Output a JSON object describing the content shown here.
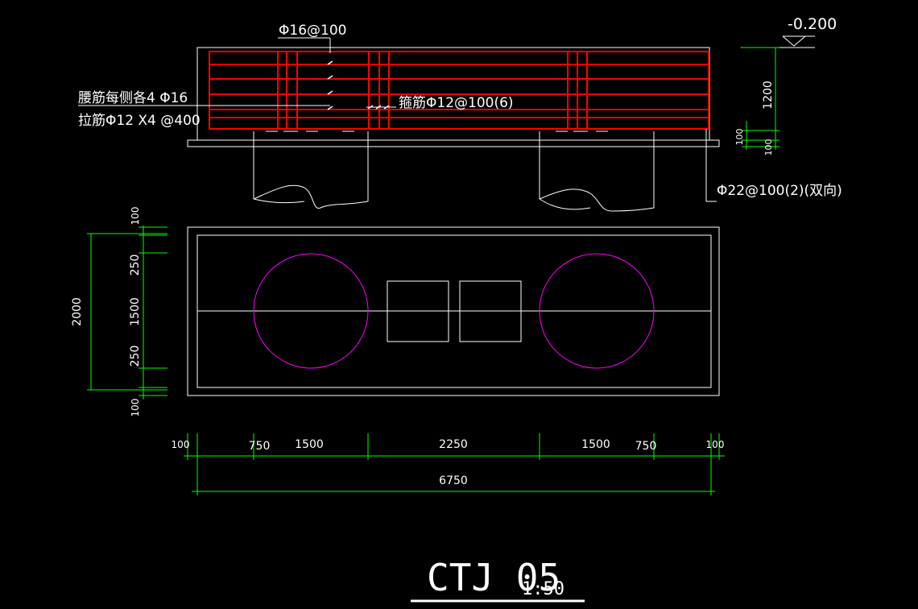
{
  "drawing": {
    "title": "CTJ 05",
    "scale": "1:50",
    "elevation_mark": "-0.200"
  },
  "annotations": {
    "top_rebar": "Φ16@100",
    "waist_rebar": "腰筋每侧各4 Φ16",
    "tie_rebar": "拉筋Φ12 X4 @400",
    "stirrup": "箍筋Φ12@100(6)",
    "bottom_rebar": "Φ22@100(2)(双向)"
  },
  "section_dims": {
    "height": "1200",
    "cover_top": "100",
    "cover_bottom": "100"
  },
  "plan_vertical_dims": {
    "total": "2000",
    "segments": [
      "100",
      "250",
      "1500",
      "250",
      "100"
    ]
  },
  "plan_horizontal_dims": {
    "total": "6750",
    "segments": [
      "100",
      "750",
      "1500",
      "2250",
      "1500",
      "750",
      "100"
    ]
  },
  "colors": {
    "background": "#000000",
    "outline": "#ffffff",
    "rebar": "#ff0000",
    "pile": "#ff00ff",
    "dimension": "#00ff00"
  }
}
